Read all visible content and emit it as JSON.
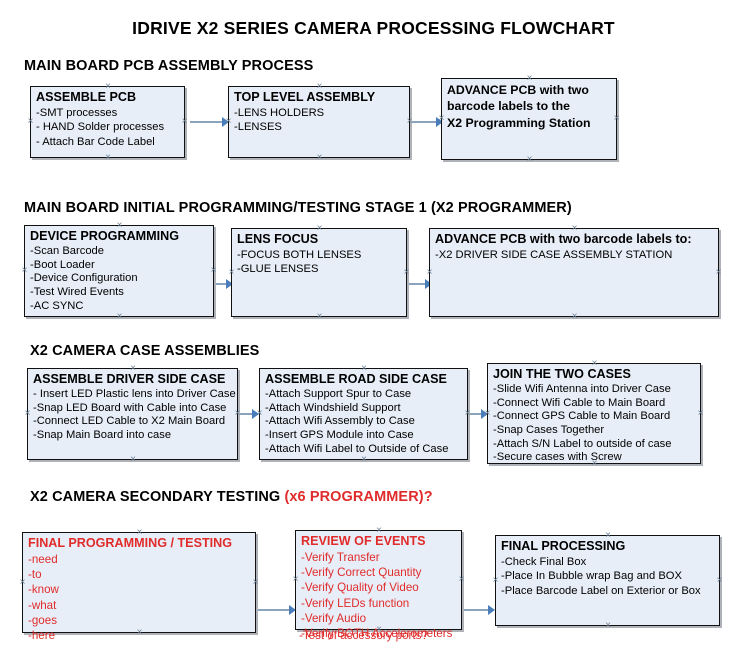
{
  "document": {
    "title": "IDRIVE X2  SERIES CAMERA PROCESSING FLOWCHART"
  },
  "colors": {
    "box_fill": "#e8eef8",
    "box_border": "#111111",
    "connector": "#8aa4bf",
    "arrow": "#4a7ebb",
    "accent_red": "#e02b2b",
    "text": "#000000"
  },
  "sections": [
    {
      "heading": "MAIN BOARD PCB ASSEMBLY PROCESS",
      "heading_accent": "",
      "boxes": [
        {
          "title": "ASSEMBLE PCB",
          "lines": [
            "-SMT processes",
            "- HAND Solder processes",
            "- Attach Bar Code Label"
          ]
        },
        {
          "title": "TOP LEVEL ASSEMBLY",
          "lines": [
            "-LENS HOLDERS",
            "-LENSES"
          ]
        },
        {
          "title": "",
          "lines": [
            "ADVANCE PCB with two",
            "barcode labels to the",
            " X2 Programming Station"
          ]
        }
      ]
    },
    {
      "heading": "MAIN BOARD INITIAL PROGRAMMING/TESTING STAGE 1 (X2 PROGRAMMER)",
      "heading_accent": "",
      "boxes": [
        {
          "title": "DEVICE PROGRAMMING",
          "lines": [
            "-Scan Barcode",
            "-Boot Loader",
            "-Device Configuration",
            "-Test Wired Events",
            "-AC SYNC"
          ]
        },
        {
          "title": "LENS FOCUS",
          "lines": [
            "-FOCUS BOTH LENSES",
            "-GLUE LENSES"
          ]
        },
        {
          "title": "ADVANCE PCB with two barcode labels to:",
          "lines": [
            "-X2 DRIVER  SIDE  CASE  ASSEMBLY STATION"
          ]
        }
      ]
    },
    {
      "heading": "X2 CAMERA CASE ASSEMBLIES",
      "heading_accent": "",
      "boxes": [
        {
          "title": "ASSEMBLE DRIVER SIDE CASE",
          "lines": [
            "- Insert LED Plastic lens into Driver Case",
            "-Snap LED Board with Cable into Case",
            "-Connect LED Cable to X2 Main Board",
            "-Snap Main Board into case"
          ]
        },
        {
          "title": "ASSEMBLE ROAD SIDE CASE",
          "lines": [
            "-Attach Support Spur to Case",
            "-Attach Windshield Support",
            "-Attach Wifi Assembly to Case",
            "-Insert GPS Module into Case",
            "-Attach Wifi Label to Outside of Case"
          ]
        },
        {
          "title": "JOIN THE TWO CASES",
          "lines": [
            "-Slide Wifi Antenna into Driver Case",
            "-Connect Wifi Cable to Main Board",
            "-Connect GPS Cable to Main Board",
            "-Snap Cases Together",
            "-Attach S/N Label to outside of case",
            "-Secure cases with Screw"
          ]
        }
      ]
    },
    {
      "heading": "X2 CAMERA SECONDARY TESTING ",
      "heading_accent": "(x6 PROGRAMMER)?",
      "boxes": [
        {
          "title": "FINAL PROGRAMMING / TESTING",
          "lines": [
            "-need",
            "-to",
            "-know",
            "-what",
            "-goes",
            "-here"
          ]
        },
        {
          "title": "REVIEW OF EVENTS",
          "lines": [
            "-Verify Transfer",
            "-Verify Correct Quantity",
            "-Verify Quality of Video",
            "-Verify LEDs function",
            "-Verify Audio",
            "-Verify BOTH Accelerometers"
          ],
          "overflow_line": "-Test of accessory ports?"
        },
        {
          "title": "FINAL PROCESSING",
          "lines": [
            " -Check Final Box",
            "-Place In Bubble wrap Bag and BOX",
            "-Place Barcode Label on Exterior or Box"
          ]
        }
      ]
    }
  ]
}
